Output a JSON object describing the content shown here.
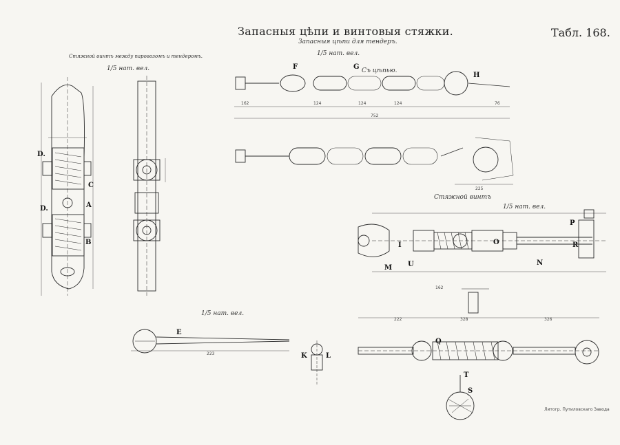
{
  "sheet": {
    "title": "Запасныя цѣпи и винтовыя стяжки.",
    "plate_number": "Табл. 168.",
    "footer": "Литогр. Путиловскаго Завода"
  },
  "captions": {
    "chain_subtitle": "Запасныя цѣпи для тендеръ.",
    "left_subtitle": "Стяжной винтъ между паровозомъ и тендеромъ.",
    "scale_left": "1/5 нат. вел.",
    "scale_chain": "1/5 нат. вел.",
    "scale_mid": "1/5 нат. вел.",
    "scale_right": "1/5 нат. вел.",
    "coupling_caption": "Стяжной винтъ",
    "chain_detail": "Съ цѣпью."
  },
  "labels": {
    "D1": "D.",
    "C": "C",
    "A": "A",
    "D2": "D.",
    "B": "B",
    "F": "F",
    "G": "G",
    "H": "H",
    "E": "E",
    "K": "K",
    "L": "L",
    "I": "I",
    "O": "O",
    "P": "P",
    "R": "R",
    "M": "M",
    "U": "U",
    "N": "N",
    "Q": "Q",
    "T": "T",
    "S": "S"
  },
  "dimensions": {
    "chain_total": "752",
    "chain_link_1": "124",
    "chain_link_2": "124",
    "chain_link_3": "124",
    "chain_seg_left": "162",
    "chain_seg_right": "76",
    "chain2_overall": "225",
    "rod_length": "223",
    "lower_right_a": "222",
    "lower_right_b": "328",
    "lower_right_c": "326",
    "upper_right_a": "162"
  },
  "colors": {
    "paper": "#f7f6f2",
    "ink": "#2a2a2a",
    "dim": "#555555"
  }
}
